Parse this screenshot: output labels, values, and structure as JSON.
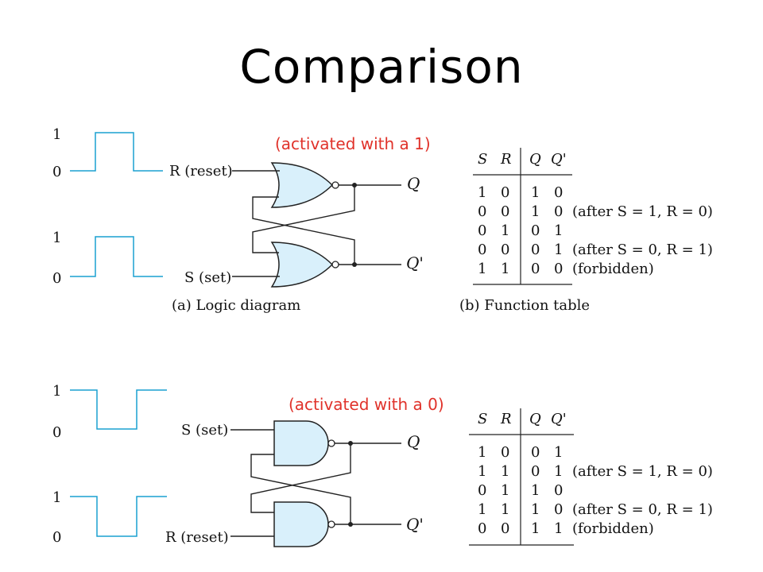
{
  "title": "Comparison",
  "colors": {
    "note": "#e0322a",
    "gate_fill": "#d9f0fb",
    "waveform": "#1aa0d0"
  },
  "top": {
    "note": "(activated with a 1)",
    "level_high": "1",
    "level_low": "0",
    "input_r": "R (reset)",
    "input_s": "S (set)",
    "out_q": "Q",
    "out_qp": "Q'",
    "gate_type": "NOR",
    "caption_a": "(a) Logic diagram",
    "caption_b": "(b) Function table",
    "table": {
      "headers": [
        "S",
        "R",
        "Q",
        "Q'"
      ],
      "rows": [
        {
          "vals": [
            "1",
            "0",
            "1",
            "0"
          ],
          "note": ""
        },
        {
          "vals": [
            "0",
            "0",
            "1",
            "0"
          ],
          "note": "(after S = 1, R = 0)"
        },
        {
          "vals": [
            "0",
            "1",
            "0",
            "1"
          ],
          "note": ""
        },
        {
          "vals": [
            "0",
            "0",
            "0",
            "1"
          ],
          "note": "(after S = 0, R = 1)"
        },
        {
          "vals": [
            "1",
            "1",
            "0",
            "0"
          ],
          "note": "(forbidden)"
        }
      ]
    }
  },
  "bottom": {
    "note": "(activated with a 0)",
    "level_high": "1",
    "level_low": "0",
    "input_s": "S (set)",
    "input_r": "R (reset)",
    "out_q": "Q",
    "out_qp": "Q'",
    "gate_type": "NAND",
    "table": {
      "headers": [
        "S",
        "R",
        "Q",
        "Q'"
      ],
      "rows": [
        {
          "vals": [
            "1",
            "0",
            "0",
            "1"
          ],
          "note": ""
        },
        {
          "vals": [
            "1",
            "1",
            "0",
            "1"
          ],
          "note": "(after S = 1, R = 0)"
        },
        {
          "vals": [
            "0",
            "1",
            "1",
            "0"
          ],
          "note": ""
        },
        {
          "vals": [
            "1",
            "1",
            "1",
            "0"
          ],
          "note": "(after S = 0, R = 1)"
        },
        {
          "vals": [
            "0",
            "0",
            "1",
            "1"
          ],
          "note": "(forbidden)"
        }
      ]
    }
  }
}
